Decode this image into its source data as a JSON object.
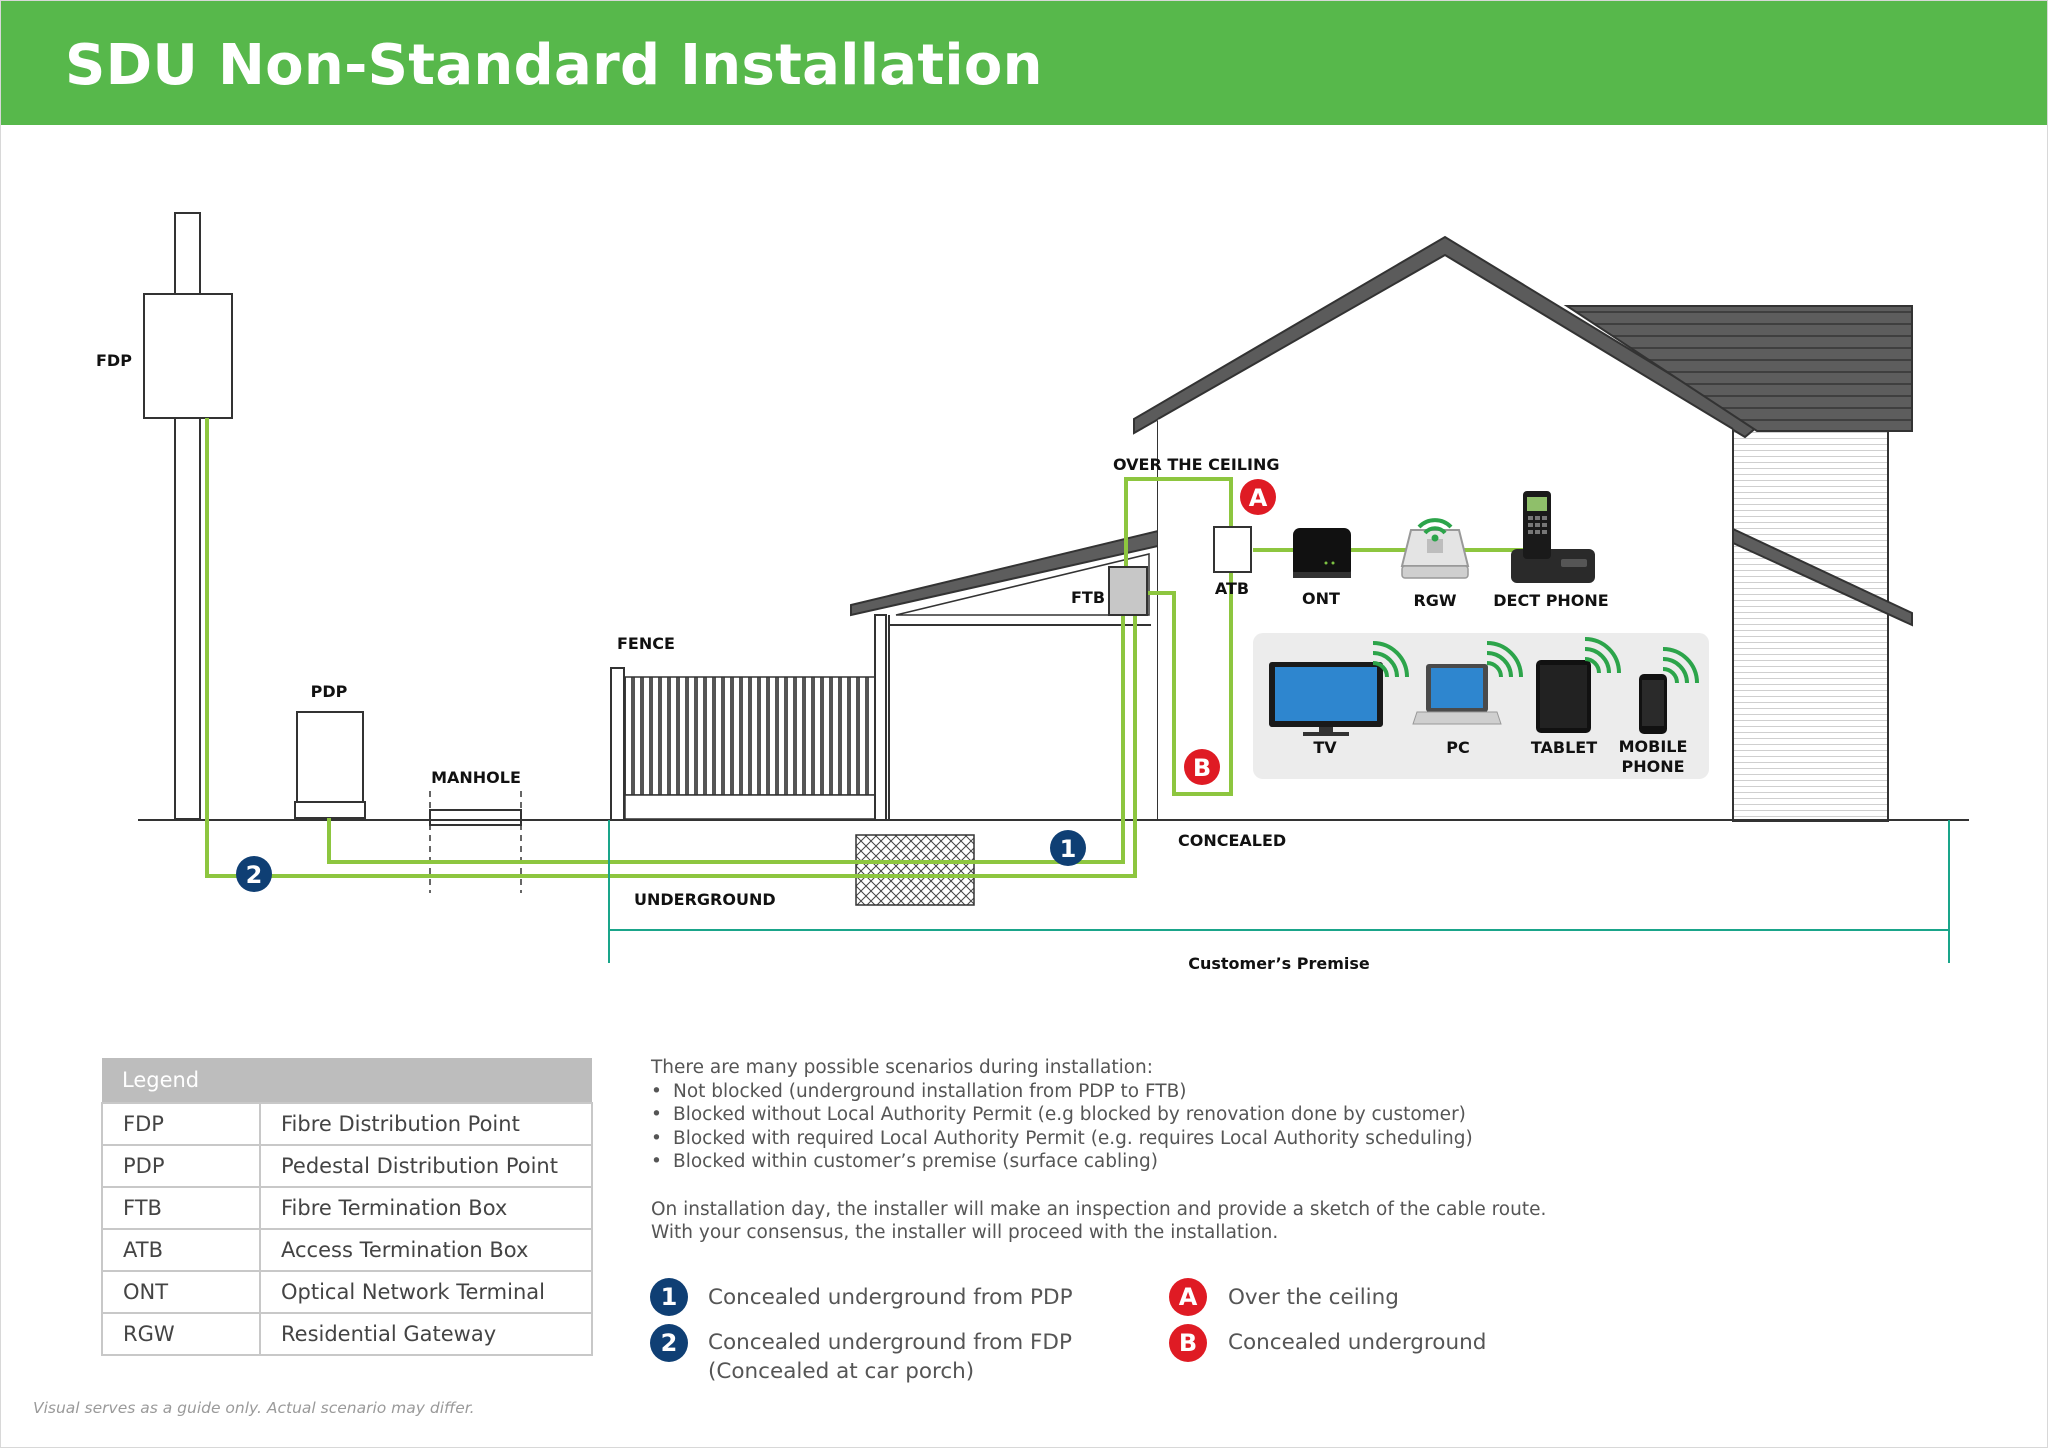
{
  "header": {
    "title": "SDU Non-Standard Installation"
  },
  "diagram": {
    "labels": {
      "fdp": "FDP",
      "pdp": "PDP",
      "manhole": "MANHOLE",
      "fence": "FENCE",
      "ftb": "FTB",
      "atb": "ATB",
      "over_ceiling": "OVER THE CEILING",
      "concealed": "CONCEALED",
      "underground": "UNDERGROUND",
      "customers_premise": "Customer’s Premise"
    },
    "devices": [
      {
        "label": "ONT",
        "icon": "ont-icon"
      },
      {
        "label": "RGW",
        "icon": "rgw-icon"
      },
      {
        "label": "DECT PHONE",
        "icon": "dect-phone-icon"
      }
    ],
    "wireless_devices": [
      {
        "label": "TV",
        "icon": "tv-icon"
      },
      {
        "label": "PC",
        "icon": "laptop-icon"
      },
      {
        "label": "TABLET",
        "icon": "tablet-icon"
      },
      {
        "label_line1": "MOBILE",
        "label_line2": "PHONE",
        "icon": "mobile-phone-icon"
      }
    ],
    "markers": {
      "one": "1",
      "two": "2",
      "a": "A",
      "b": "B"
    },
    "colors": {
      "fibre": "#8dc63f",
      "marker_blue": "#0f3f74",
      "marker_red": "#df1b24",
      "premise_line": "#1aa58a",
      "header_green": "#57b84b"
    }
  },
  "legend": {
    "title": "Legend",
    "rows": [
      {
        "abbr": "FDP",
        "meaning": "Fibre Distribution Point"
      },
      {
        "abbr": "PDP",
        "meaning": "Pedestal Distribution Point"
      },
      {
        "abbr": "FTB",
        "meaning": "Fibre Termination Box"
      },
      {
        "abbr": "ATB",
        "meaning": "Access Termination Box"
      },
      {
        "abbr": "ONT",
        "meaning": "Optical Network Terminal"
      },
      {
        "abbr": "RGW",
        "meaning": "Residential Gateway"
      }
    ]
  },
  "notes": {
    "intro": "There are many possible scenarios during installation:",
    "scenarios": [
      "Not blocked (underground installation from PDP to FTB)",
      "Blocked without Local Authority Permit (e.g blocked by renovation done by customer)",
      "Blocked with required Local Authority Permit (e.g. requires Local Authority scheduling)",
      "Blocked within customer’s premise (surface cabling)"
    ],
    "inspection_line1": "On installation day, the installer will make an inspection and provide a sketch of the cable route.",
    "inspection_line2": "With your consensus, the installer will proceed with the installation."
  },
  "key": {
    "one": {
      "marker": "1",
      "text": "Concealed underground from PDP"
    },
    "two": {
      "marker": "2",
      "text_line1": "Concealed underground from FDP",
      "text_line2": "(Concealed at car porch)"
    },
    "a": {
      "marker": "A",
      "text": "Over the ceiling"
    },
    "b": {
      "marker": "B",
      "text": "Concealed underground"
    }
  },
  "disclaimer": "Visual serves as a guide only. Actual scenario may differ."
}
